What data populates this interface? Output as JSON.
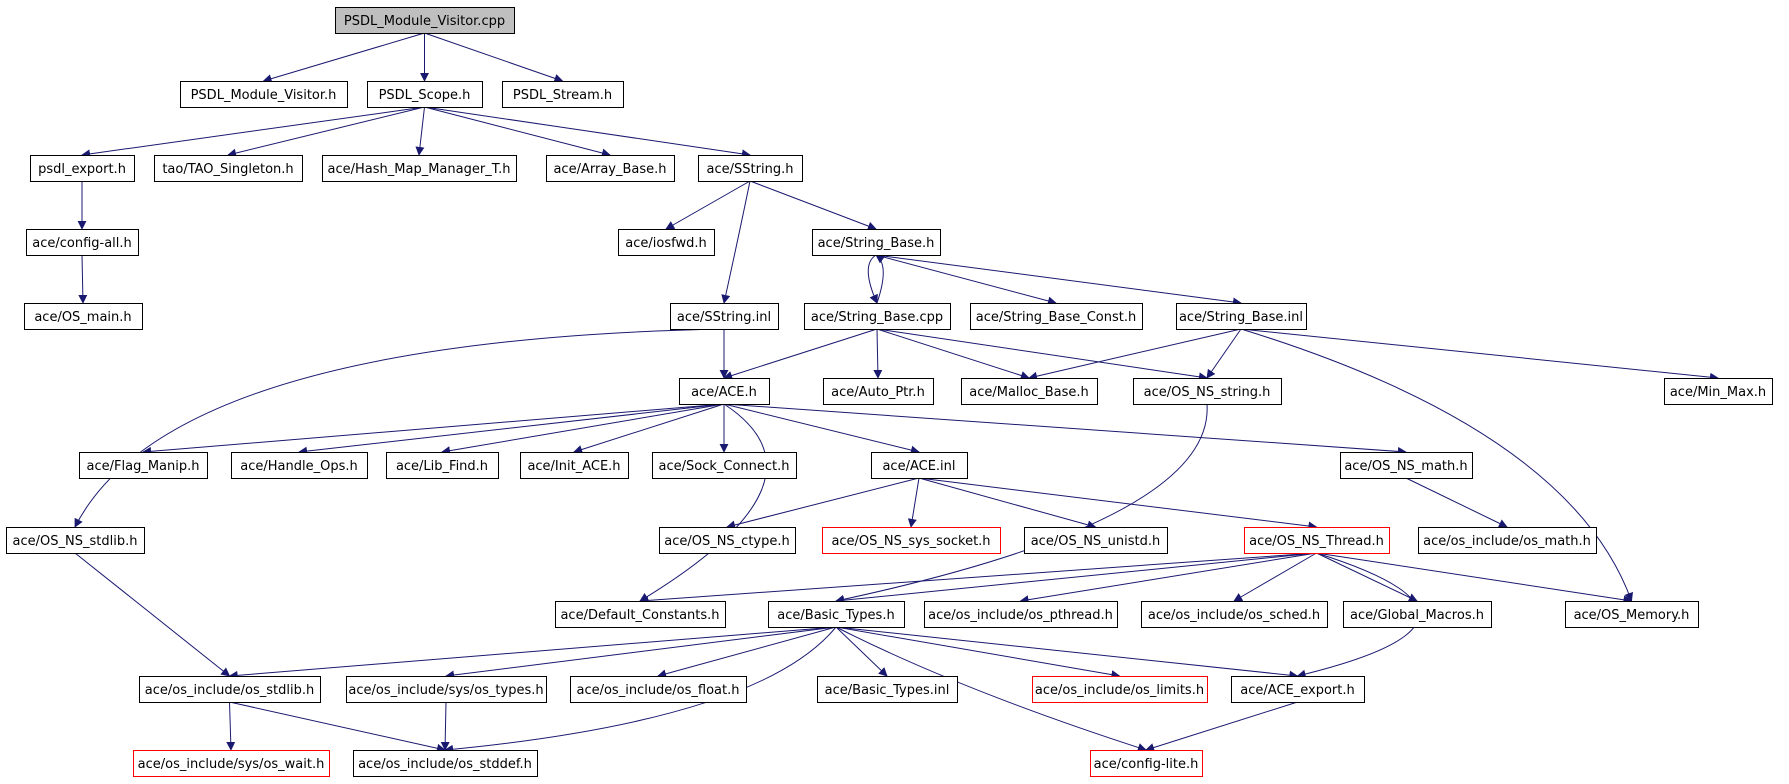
{
  "diagram": {
    "nodes": [
      {
        "id": "n_psdl_mv_cpp",
        "label": "PSDL_Module_Visitor.cpp",
        "root": true
      },
      {
        "id": "n_psdl_mv_h",
        "label": "PSDL_Module_Visitor.h"
      },
      {
        "id": "n_psdl_scope",
        "label": "PSDL_Scope.h"
      },
      {
        "id": "n_psdl_stream",
        "label": "PSDL_Stream.h"
      },
      {
        "id": "n_psdl_export",
        "label": "psdl_export.h"
      },
      {
        "id": "n_tao_singleton",
        "label": "tao/TAO_Singleton.h"
      },
      {
        "id": "n_hash_map",
        "label": "ace/Hash_Map_Manager_T.h"
      },
      {
        "id": "n_array_base",
        "label": "ace/Array_Base.h"
      },
      {
        "id": "n_sstring_h",
        "label": "ace/SString.h"
      },
      {
        "id": "n_config_all",
        "label": "ace/config-all.h"
      },
      {
        "id": "n_iosfwd",
        "label": "ace/iosfwd.h"
      },
      {
        "id": "n_string_base_h",
        "label": "ace/String_Base.h"
      },
      {
        "id": "n_os_main",
        "label": "ace/OS_main.h"
      },
      {
        "id": "n_sstring_inl",
        "label": "ace/SString.inl"
      },
      {
        "id": "n_string_base_cpp",
        "label": "ace/String_Base.cpp"
      },
      {
        "id": "n_string_base_const",
        "label": "ace/String_Base_Const.h"
      },
      {
        "id": "n_string_base_inl",
        "label": "ace/String_Base.inl"
      },
      {
        "id": "n_ace_h",
        "label": "ace/ACE.h"
      },
      {
        "id": "n_auto_ptr",
        "label": "ace/Auto_Ptr.h"
      },
      {
        "id": "n_malloc_base",
        "label": "ace/Malloc_Base.h"
      },
      {
        "id": "n_os_ns_string",
        "label": "ace/OS_NS_string.h"
      },
      {
        "id": "n_min_max",
        "label": "ace/Min_Max.h"
      },
      {
        "id": "n_flag_manip",
        "label": "ace/Flag_Manip.h"
      },
      {
        "id": "n_handle_ops",
        "label": "ace/Handle_Ops.h"
      },
      {
        "id": "n_lib_find",
        "label": "ace/Lib_Find.h"
      },
      {
        "id": "n_init_ace",
        "label": "ace/Init_ACE.h"
      },
      {
        "id": "n_sock_connect",
        "label": "ace/Sock_Connect.h"
      },
      {
        "id": "n_ace_inl",
        "label": "ace/ACE.inl"
      },
      {
        "id": "n_os_ns_math",
        "label": "ace/OS_NS_math.h"
      },
      {
        "id": "n_os_ns_stdlib",
        "label": "ace/OS_NS_stdlib.h"
      },
      {
        "id": "n_os_ns_ctype",
        "label": "ace/OS_NS_ctype.h"
      },
      {
        "id": "n_os_ns_sys_socket",
        "label": "ace/OS_NS_sys_socket.h",
        "truncated": true
      },
      {
        "id": "n_os_ns_unistd",
        "label": "ace/OS_NS_unistd.h"
      },
      {
        "id": "n_os_ns_thread",
        "label": "ace/OS_NS_Thread.h",
        "truncated": true
      },
      {
        "id": "n_os_math",
        "label": "ace/os_include/os_math.h"
      },
      {
        "id": "n_default_constants",
        "label": "ace/Default_Constants.h"
      },
      {
        "id": "n_basic_types_h",
        "label": "ace/Basic_Types.h"
      },
      {
        "id": "n_os_pthread",
        "label": "ace/os_include/os_pthread.h"
      },
      {
        "id": "n_os_sched",
        "label": "ace/os_include/os_sched.h"
      },
      {
        "id": "n_global_macros",
        "label": "ace/Global_Macros.h"
      },
      {
        "id": "n_os_memory",
        "label": "ace/OS_Memory.h"
      },
      {
        "id": "n_os_stdlib",
        "label": "ace/os_include/os_stdlib.h"
      },
      {
        "id": "n_os_sys_types",
        "label": "ace/os_include/sys/os_types.h"
      },
      {
        "id": "n_os_float",
        "label": "ace/os_include/os_float.h"
      },
      {
        "id": "n_basic_types_inl",
        "label": "ace/Basic_Types.inl"
      },
      {
        "id": "n_os_limits",
        "label": "ace/os_include/os_limits.h",
        "truncated": true
      },
      {
        "id": "n_ace_export",
        "label": "ace/ACE_export.h"
      },
      {
        "id": "n_os_sys_wait",
        "label": "ace/os_include/sys/os_wait.h",
        "truncated": true
      },
      {
        "id": "n_os_stddef",
        "label": "ace/os_include/os_stddef.h"
      },
      {
        "id": "n_config_lite",
        "label": "ace/config-lite.h",
        "truncated": true
      }
    ],
    "colors": {
      "edge": "#191970",
      "root_fill": "#bfbfbf",
      "node_fill": "#ffffff",
      "node_border": "#000000",
      "truncated_border": "#ff0000"
    }
  }
}
